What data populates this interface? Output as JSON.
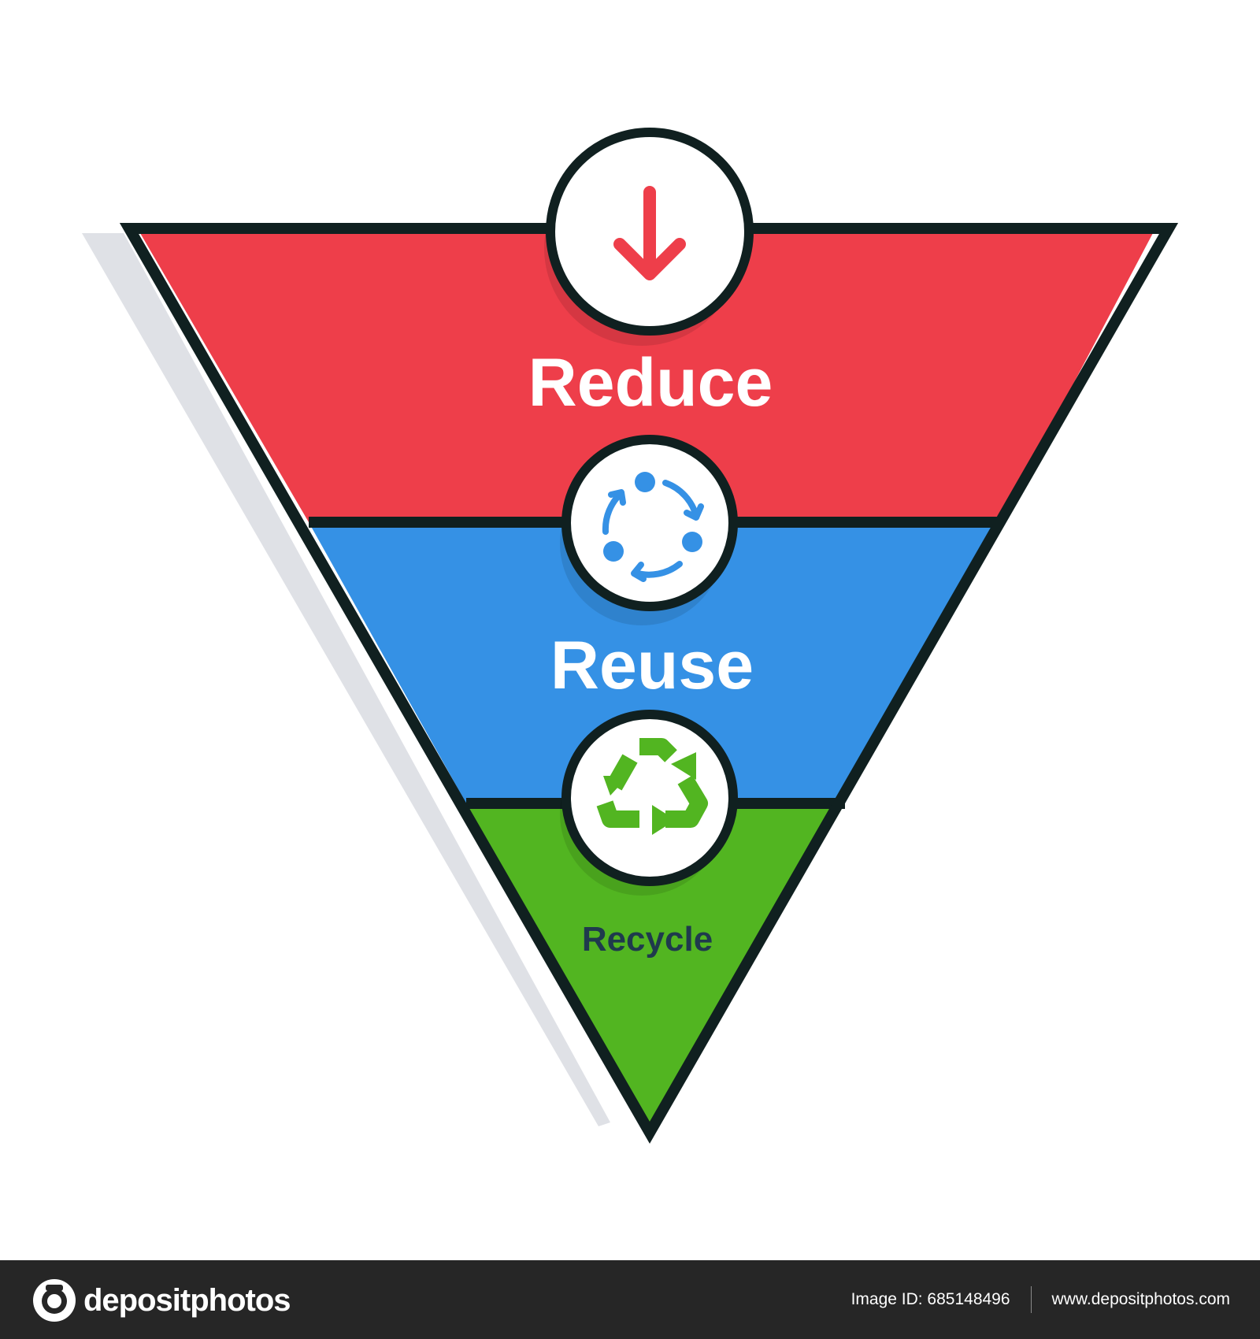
{
  "tiers": [
    {
      "label": "Reduce",
      "icon": "arrow-down-icon",
      "color": "#ee3e4a"
    },
    {
      "label": "Reuse",
      "icon": "circular-arrows-icon",
      "color": "#3591e5"
    },
    {
      "label": "Recycle",
      "icon": "recycle-icon",
      "color": "#52b521"
    }
  ],
  "colors": {
    "outline": "#102020",
    "shadow": "#dfe1e6",
    "label_light": "#ffffff",
    "label_dark": "#1f3a4d",
    "icon_reduce": "#ee3e4a",
    "icon_reuse": "#3591e5",
    "icon_recycle": "#52b521"
  },
  "watermark": "depositphotos",
  "footer": {
    "brand": "depositphotos",
    "image_id": "Image ID: 685148496",
    "site": "www.depositphotos.com"
  }
}
